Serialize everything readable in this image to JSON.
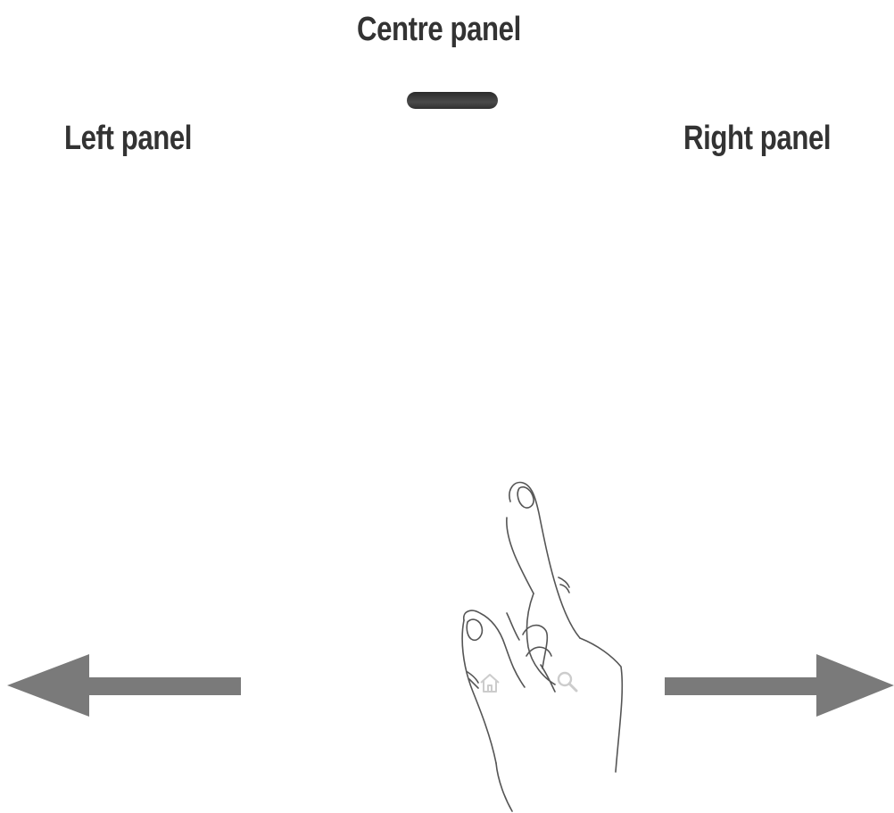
{
  "panels": {
    "centre": "Centre panel",
    "left": "Left panel",
    "right": "Right panel"
  },
  "icons": [
    "home-icon",
    "search-icon",
    "swipe-hand-icon",
    "arrow-left-icon",
    "arrow-right-icon"
  ],
  "colors": {
    "text": "#333333",
    "arrow": "#7a7a7a",
    "handle": "#333333",
    "hand_outline": "#555555"
  }
}
